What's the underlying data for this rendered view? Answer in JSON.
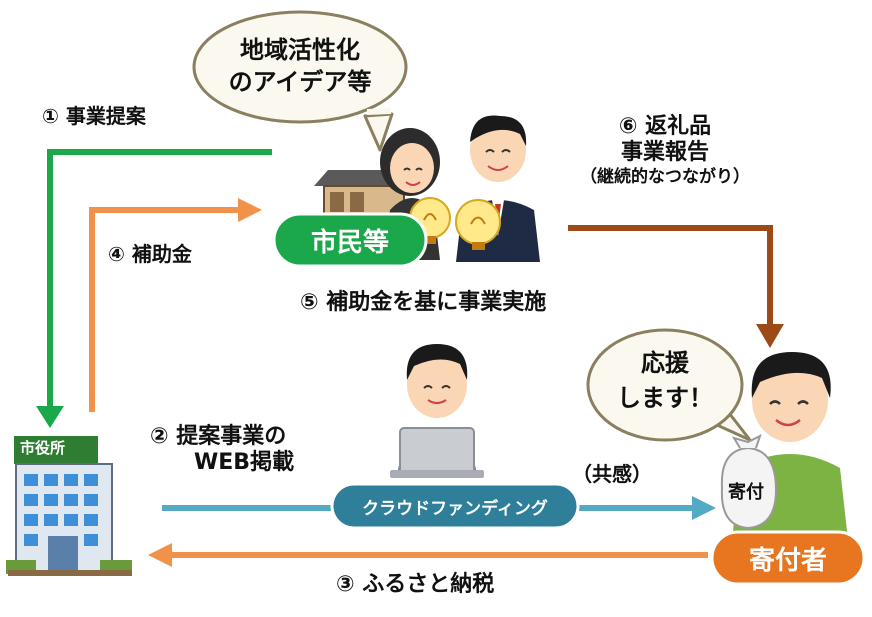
{
  "bubbles": {
    "idea_line1": "地域活性化",
    "idea_line2": "のアイデア等",
    "support_line1": "応援",
    "support_line2": "します！"
  },
  "steps": {
    "step1": "① 事業提案",
    "step2_line1": "② 提案事業の",
    "step2_line2": "WEB掲載",
    "step3": "③ ふるさと納税",
    "step4": "④ 補助金",
    "step5": "⑤ 補助金を基に事業実施",
    "step6_line1": "⑥ 返礼品",
    "step6_line2": "事業報告",
    "step6_line3": "（継続的なつながり）",
    "sympathy": "（共感）"
  },
  "actors": {
    "citizens": "市民等",
    "donor": "寄付者",
    "city_hall_sign": "市役所",
    "donation_bag": "寄付"
  },
  "platform": {
    "label": "クラウドファンディング"
  },
  "colors": {
    "green": "#1aa84b",
    "orange": "#f0924a",
    "teal": "#54a9c4",
    "brown": "#9b4a18",
    "donor_orange": "#e8751f",
    "platform_blue": "#2f7f9a",
    "bubble_border": "#8a8060",
    "bubble_fill": "#fbf9ef"
  }
}
